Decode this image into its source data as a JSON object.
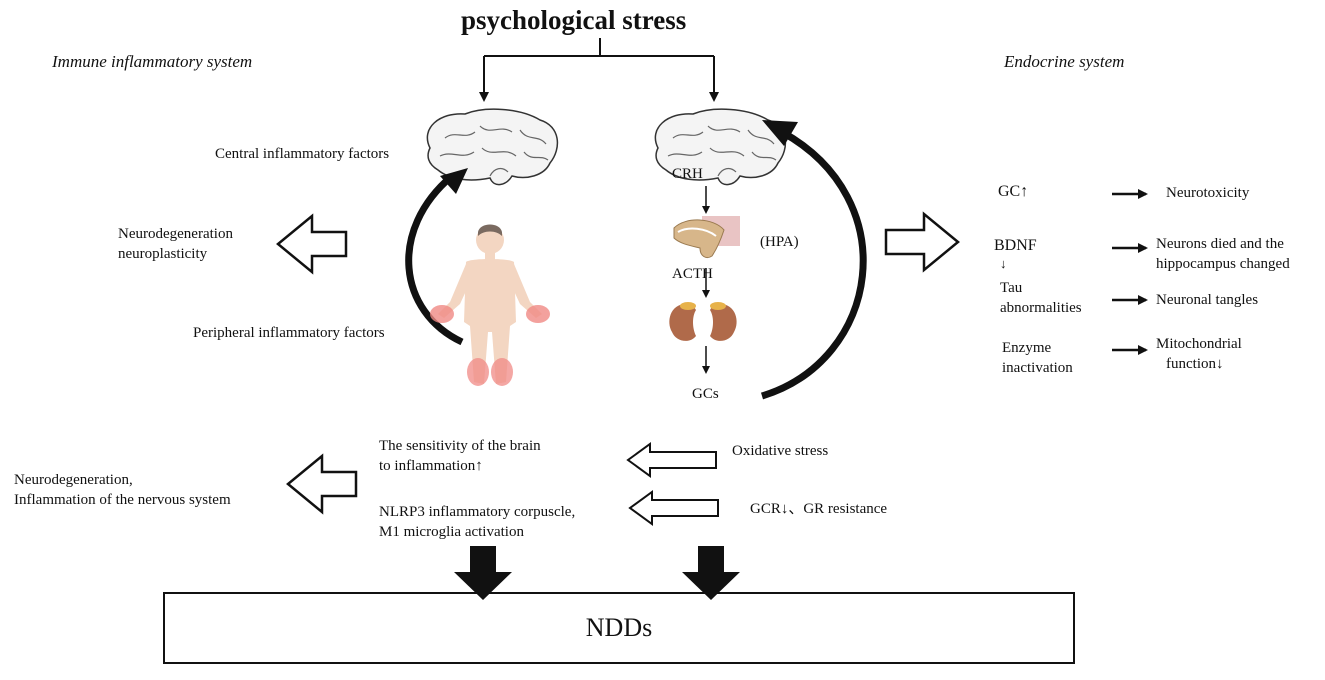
{
  "title": "psychological stress",
  "left_system": "Immune inflammatory system",
  "right_system": "Endocrine system",
  "left_labels": {
    "central": "Central inflammatory factors",
    "peripheral": "Peripheral inflammatory factors",
    "neuro_line1": "Neurodegeneration",
    "neuro_line2": "neuroplasticity"
  },
  "hpa": {
    "crh": "CRH",
    "acth": "ACTH",
    "hpa": "(HPA)",
    "gcs": "GCs"
  },
  "endocrine_effects": [
    {
      "cause_line1": "GC↑",
      "cause_line2": "",
      "cause_line3": "",
      "effect_line1": "Neurotoxicity",
      "effect_line2": ""
    },
    {
      "cause_line1": "BDNF",
      "cause_line2": "↓",
      "cause_line3": "",
      "effect_line1": "Neurons died and the",
      "effect_line2": "hippocampus changed"
    },
    {
      "cause_line1": "Tau",
      "cause_line2": "abnormalities",
      "cause_line3": "",
      "effect_line1": "Neuronal tangles",
      "effect_line2": ""
    },
    {
      "cause_line1": "Enzyme",
      "cause_line2": "inactivation",
      "cause_line3": "",
      "effect_line1": "Mitochondrial",
      "effect_line2": "function↓"
    }
  ],
  "bottom": {
    "sensitivity_line1": "The sensitivity of the brain",
    "sensitivity_line2": "to inflammation↑",
    "nlrp3_line1": "NLRP3 inflammatory corpuscle,",
    "nlrp3_line2": "M1 microglia activation",
    "oxidative": "Oxidative stress",
    "gcr": "GCR↓、GR resistance",
    "outcome_line1": "Neurodegeneration,",
    "outcome_line2": "Inflammation of the nervous system"
  },
  "ndds": "NDDs",
  "icons": {
    "brain": "brain-icon",
    "body": "human-body-icon",
    "pituitary": "pituitary-icon",
    "kidney": "kidney-icon"
  },
  "colors": {
    "line": "#111111",
    "brain_fill": "#f4f4f4",
    "skin": "#f3d6c2",
    "inflamed": "#f08a85"
  }
}
